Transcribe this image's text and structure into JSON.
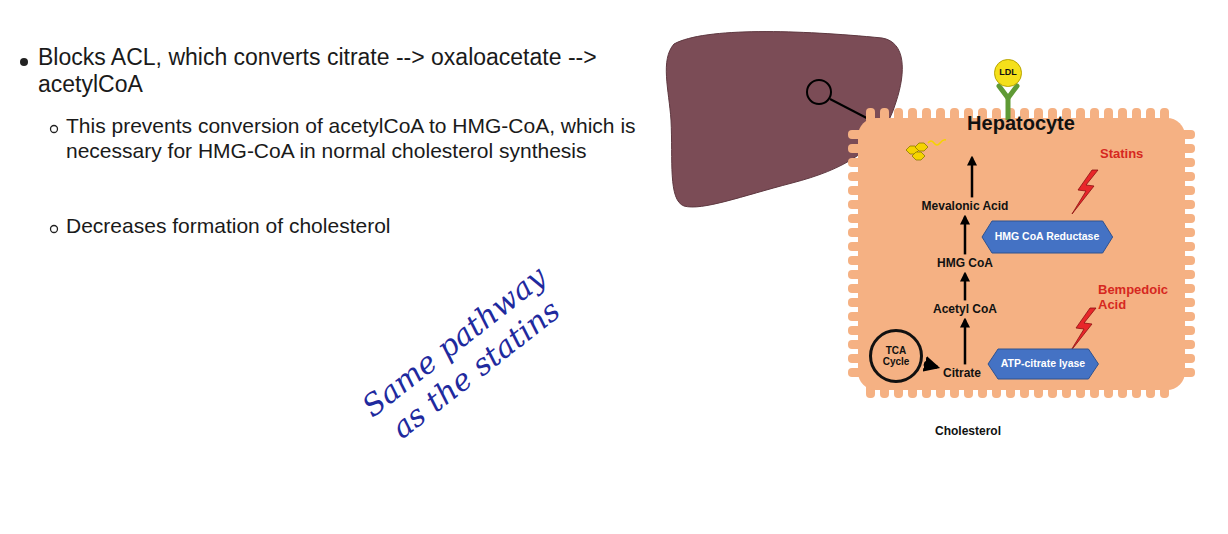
{
  "diagram": {
    "nodes": [
      {
        "text": [
          "LDL"
        ]
      },
      {
        "text": [
          "Hepatocyte"
        ]
      },
      {
        "text": [
          "Cholesterol"
        ],
        "in": 1
      },
      {
        "text": [
          "Mevalonic Acid"
        ],
        "in": 1
      },
      {
        "text": [
          "HMG CoA Reductase"
        ],
        "in": 1
      },
      {
        "text": [
          "HMG CoA"
        ],
        "in": 1
      },
      {
        "text": [
          "Acetyl CoA"
        ],
        "in": 1
      },
      {
        "text": [
          "ATP-citrate lyase"
        ],
        "in": 1
      },
      {
        "text": [
          "TCA Cycle"
        ],
        "in": 1
      },
      {
        "text": [
          "Citrate"
        ],
        "in": 1
      }
    ],
    "edges": [
      {
        "from": 9,
        "to": 6,
        "arrow": "to"
      },
      {
        "from": 6,
        "to": 5,
        "arrow": "to"
      },
      {
        "from": 5,
        "to": 3,
        "arrow": "to"
      },
      {
        "from": 3,
        "to": 2,
        "arrow": "to"
      },
      {
        "from": 8,
        "to": 9,
        "arrow": "to"
      }
    ],
    "labels": [
      "Blocks ACL, which converts citrate --> oxaloacetate --> acetylCoA",
      "This prevents conversion of acetylCoA to HMG-CoA, which is necessary for HMG-CoA in normal cholesterol synthesis",
      "Decreases formation of cholesterol",
      "Same pathway as the statins",
      "Statins",
      "Bempedoic Acid"
    ]
  }
}
